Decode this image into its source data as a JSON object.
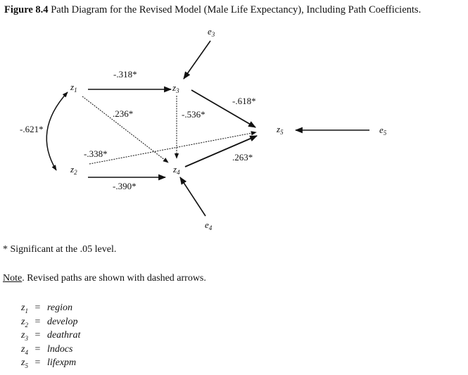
{
  "caption": {
    "label": "Figure 8.4",
    "text": "Path Diagram for the Revised Model (Male Life Expectancy), Including Path Coefficients."
  },
  "nodes": {
    "z1": {
      "base": "z",
      "sub": "1"
    },
    "z2": {
      "base": "z",
      "sub": "2"
    },
    "z3": {
      "base": "z",
      "sub": "3"
    },
    "z4": {
      "base": "z",
      "sub": "4"
    },
    "z5": {
      "base": "z",
      "sub": "5"
    },
    "e3": {
      "base": "e",
      "sub": "3"
    },
    "e4": {
      "base": "e",
      "sub": "4"
    },
    "e5": {
      "base": "e",
      "sub": "5"
    }
  },
  "paths": {
    "z1_z3": {
      "from": "z1",
      "to": "z3",
      "coefficient": "-.318*",
      "style": "solid"
    },
    "z3_z5": {
      "from": "z3",
      "to": "z5",
      "coefficient": "-.618*",
      "style": "solid"
    },
    "z1_z4": {
      "from": "z1",
      "to": "z4",
      "coefficient": ".236*",
      "style": "dashed"
    },
    "z3_z4": {
      "from": "z3",
      "to": "z4",
      "coefficient": "-.536*",
      "style": "dashed"
    },
    "z2_z5": {
      "from": "z2",
      "to": "z5",
      "coefficient": "-.338*",
      "style": "dashed"
    },
    "z4_z5": {
      "from": "z4",
      "to": "z5",
      "coefficient": ".263*",
      "style": "solid"
    },
    "z2_z4": {
      "from": "z2",
      "to": "z4",
      "coefficient": "-.390*",
      "style": "solid"
    },
    "z1_z2": {
      "from": "z1",
      "to": "z2",
      "coefficient": "-.621*",
      "style": "curved-double"
    },
    "e3_z3": {
      "from": "e3",
      "to": "z3",
      "style": "solid"
    },
    "e4_z4": {
      "from": "e4",
      "to": "z4",
      "style": "solid"
    },
    "e5_z5": {
      "from": "e5",
      "to": "z5",
      "style": "solid"
    }
  },
  "footnote": "* Significant at the .05 level.",
  "note": {
    "label": "Note",
    "text": ".  Revised paths are shown with dashed arrows."
  },
  "legend": [
    {
      "base": "z",
      "sub": "1",
      "eq": "=",
      "name": "region"
    },
    {
      "base": "z",
      "sub": "2",
      "eq": "=",
      "name": "develop"
    },
    {
      "base": "z",
      "sub": "3",
      "eq": "=",
      "name": "deathrat"
    },
    {
      "base": "z",
      "sub": "4",
      "eq": "=",
      "name": "lndocs"
    },
    {
      "base": "z",
      "sub": "5",
      "eq": "=",
      "name": "lifexpm"
    }
  ]
}
